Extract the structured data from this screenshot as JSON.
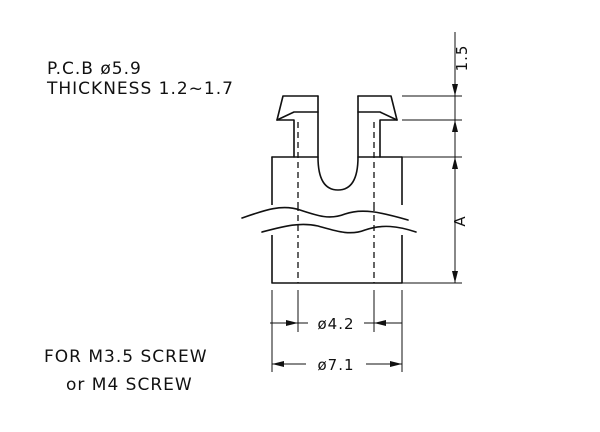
{
  "notes": {
    "pcb_hole": "P.C.B ø5.9",
    "thickness": "THICKNESS 1.2~1.7",
    "screw_line1": "FOR M3.5 SCREW",
    "screw_line2": "or M4 SCREW"
  },
  "dimensions": {
    "top_height": "1.5",
    "body_height": "A",
    "inner_diameter": "ø4.2",
    "outer_diameter": "ø7.1"
  }
}
